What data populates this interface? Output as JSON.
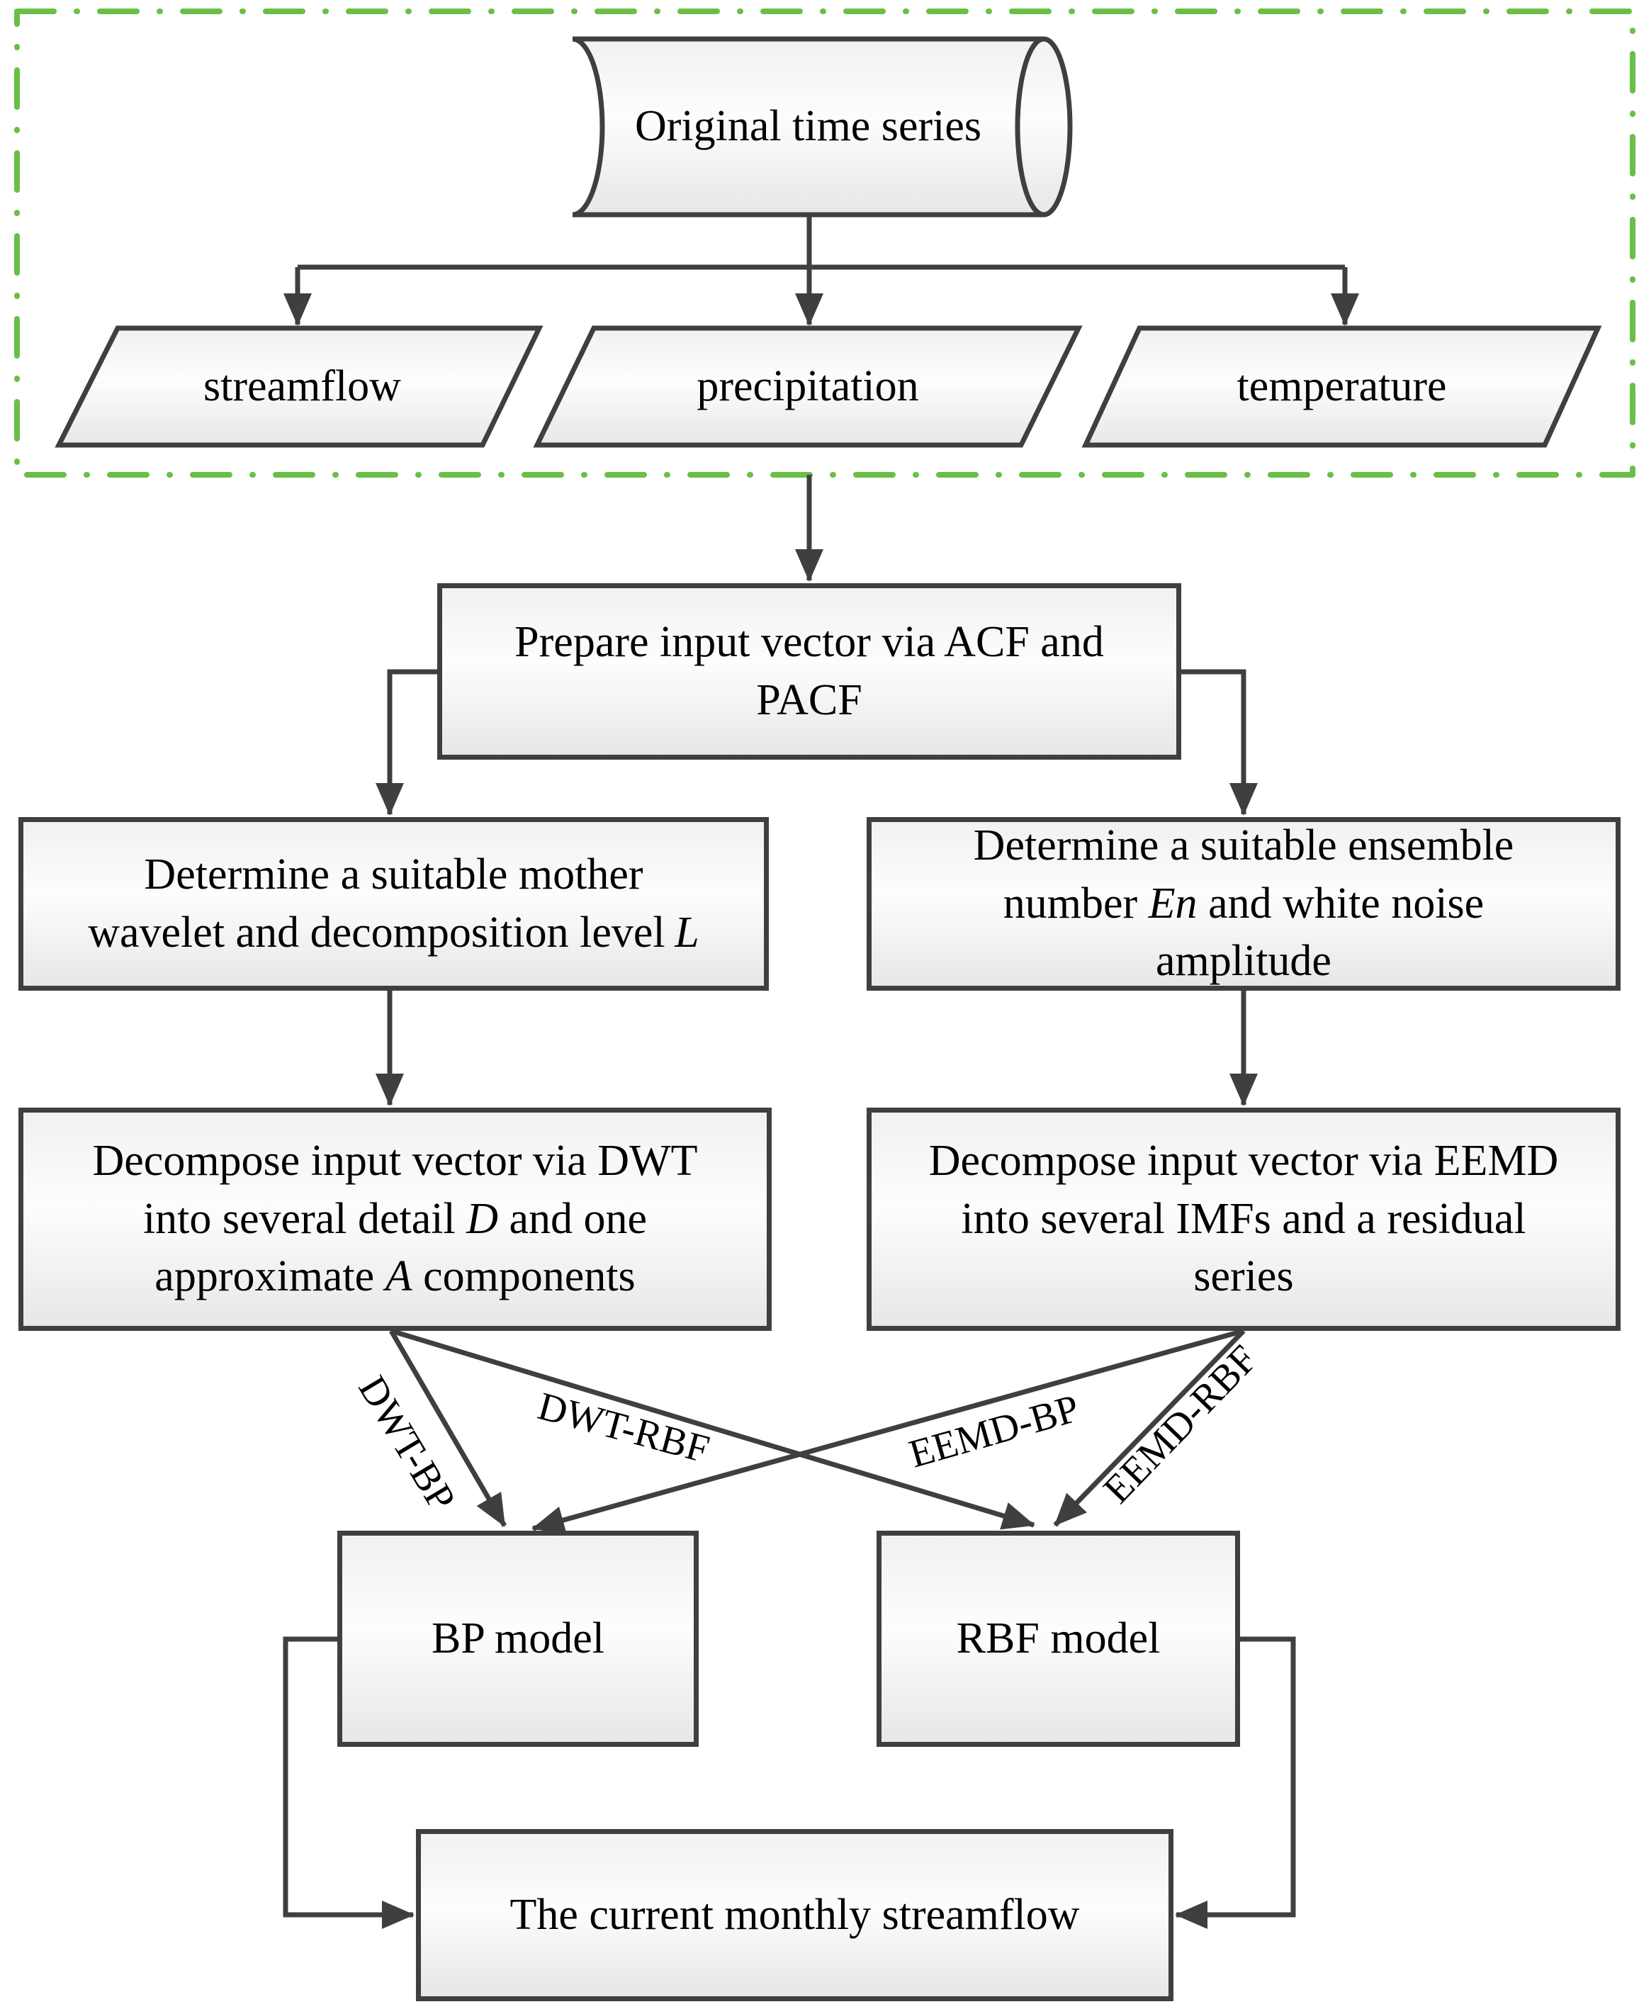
{
  "colors": {
    "line": "#3f3f3f",
    "input_group_border": "#6abf47",
    "shape_fill_light": "#fdfdfd",
    "shape_fill_dark": "#e7e7e7"
  },
  "input_group": {
    "source": "Original time series",
    "variables": [
      "streamflow",
      "precipitation",
      "temperature"
    ]
  },
  "steps": {
    "prepare": {
      "line1": "Prepare input vector via ACF and",
      "line2": "PACF"
    },
    "determine_wavelet": {
      "line1": "Determine a suitable mother",
      "line2_pre": "wavelet and decomposition level",
      "line2_italic": "L"
    },
    "determine_ensemble": {
      "line1": "Determine a suitable ensemble",
      "line2_pre": "number",
      "line2_italic": "En",
      "line2_post": "and white noise",
      "line3": "amplitude"
    },
    "decompose_dwt": {
      "line1": "Decompose input vector via DWT",
      "line2_pre": "into several detail",
      "line2_italic": "D",
      "line2_post": "and one",
      "line3_pre": "approximate",
      "line3_italic": "A",
      "line3_post": "components"
    },
    "decompose_eemd": {
      "line1": "Decompose input vector via EEMD",
      "line2": "into several IMFs and a residual",
      "line3": "series"
    }
  },
  "models": {
    "bp": "BP model",
    "rbf": "RBF model"
  },
  "output": "The current monthly streamflow",
  "edge_labels": {
    "dwt_bp": "DWT-BP",
    "dwt_rbf": "DWT-RBF",
    "eemd_bp": "EEMD-BP",
    "eemd_rbf": "EEMD-RBF"
  }
}
